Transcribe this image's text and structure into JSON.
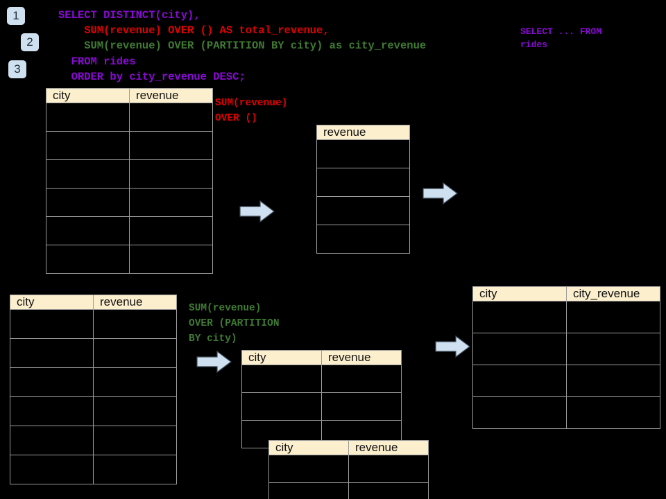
{
  "background_color": "#000000",
  "palette": {
    "sql_keyword": "#8a09d6",
    "sql_red": "#e00000",
    "sql_green": "#3f7a33",
    "table_header_bg": "#fcefcd",
    "table_border": "#9d9d9d",
    "badge_bg": "#cfe0f0",
    "arrow_fill": "#cfe0f0",
    "arrow_outline": "#3d4a55"
  },
  "badges": [
    {
      "label": "1"
    },
    {
      "label": "2"
    },
    {
      "label": "3"
    }
  ],
  "sql": {
    "lines": [
      {
        "text": "SELECT DISTINCT(city),",
        "color": "purple"
      },
      {
        "text": "    SUM(revenue) OVER () AS total_revenue,",
        "color": "red"
      },
      {
        "text": "    SUM(revenue) OVER (PARTITION BY city) as city_revenue",
        "color": "green"
      },
      {
        "text": "  FROM rides",
        "color": "purple"
      },
      {
        "text": "  ORDER by city_revenue DESC;",
        "color": "purple"
      }
    ],
    "aside": "SELECT ... FROM\nrides"
  },
  "annotations": {
    "over_empty": "SUM(revenue)\nOVER ()",
    "over_partition": "SUM(revenue)\nOVER (PARTITION\nBY city)"
  },
  "tables": {
    "source_top": {
      "name": "rides-source-table",
      "columns": [
        "city",
        "revenue"
      ],
      "row_count": 6,
      "rows": [
        [
          "",
          ""
        ],
        [
          "",
          ""
        ],
        [
          "",
          ""
        ],
        [
          "",
          ""
        ],
        [
          "",
          ""
        ],
        [
          "",
          ""
        ]
      ]
    },
    "total_revenue": {
      "name": "total-revenue-table",
      "columns": [
        "revenue"
      ],
      "row_count": 4,
      "rows": [
        [
          ""
        ],
        [
          ""
        ],
        [
          ""
        ],
        [
          ""
        ]
      ]
    },
    "source_bottom": {
      "name": "rides-source-table-partition",
      "columns": [
        "city",
        "revenue"
      ],
      "row_count": 6,
      "rows": [
        [
          "",
          ""
        ],
        [
          "",
          ""
        ],
        [
          "",
          ""
        ],
        [
          "",
          ""
        ],
        [
          "",
          ""
        ],
        [
          "",
          ""
        ]
      ]
    },
    "partition_back": {
      "name": "partition-group-back",
      "columns": [
        "city",
        "revenue"
      ],
      "row_count": 3,
      "rows": [
        [
          "",
          ""
        ],
        [
          "",
          ""
        ],
        [
          "",
          ""
        ]
      ]
    },
    "partition_front": {
      "name": "partition-group-front",
      "columns": [
        "city",
        "revenue"
      ],
      "row_count": 2,
      "rows": [
        [
          "",
          ""
        ],
        [
          "",
          ""
        ]
      ]
    },
    "result": {
      "name": "city-revenue-result-table",
      "columns": [
        "city",
        "city_revenue"
      ],
      "row_count": 4,
      "rows": [
        [
          "",
          ""
        ],
        [
          "",
          ""
        ],
        [
          "",
          ""
        ],
        [
          "",
          ""
        ]
      ]
    }
  },
  "arrows": [
    {
      "name": "arrow-source-to-total"
    },
    {
      "name": "arrow-total-to-result"
    },
    {
      "name": "arrow-source-to-partition"
    },
    {
      "name": "arrow-partition-to-result"
    }
  ]
}
